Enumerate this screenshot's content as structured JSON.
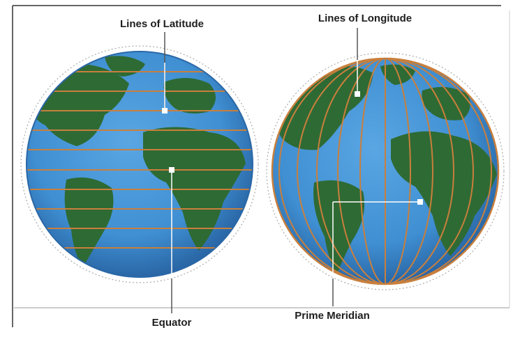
{
  "labels": {
    "latitude": "Lines of Latitude",
    "longitude": "Lines of Longitude",
    "equator": "Equator",
    "prime_meridian": "Prime Meridian"
  },
  "colors": {
    "ocean": "#3f8fd2",
    "ocean_dark": "#2f6fb0",
    "land": "#2e6a34",
    "grid_lines": "#c97f3c",
    "callout": "#ffffff",
    "frame": "#333333"
  },
  "icons": [
    "globe-latitude-icon",
    "globe-longitude-icon"
  ]
}
